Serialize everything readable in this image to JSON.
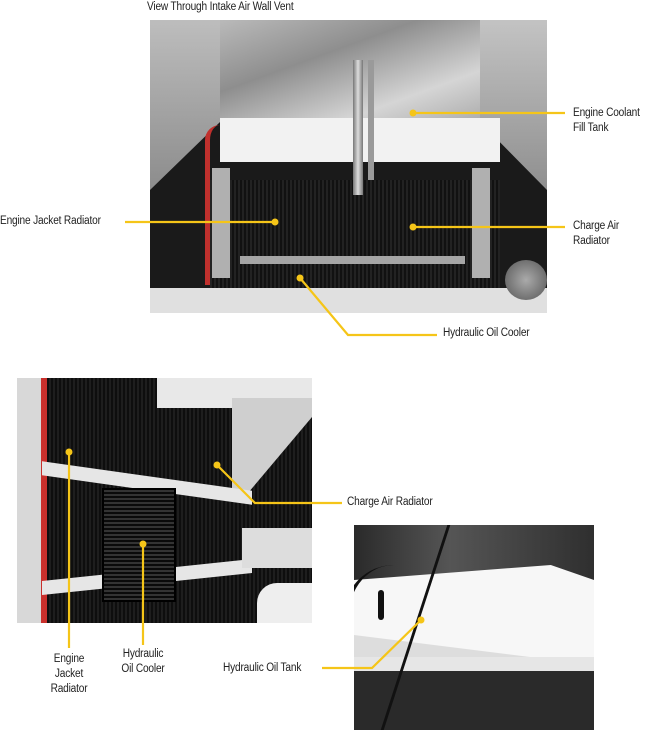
{
  "title": "View Through Intake Air Wall Vent",
  "top_photo": {
    "labels": {
      "coolant_line1": "Engine Coolant",
      "coolant_line2": "Fill Tank",
      "jacket": "Engine Jacket Radiator",
      "charge_line1": "Charge Air",
      "charge_line2": "Radiator",
      "cooler": "Hydraulic Oil Cooler"
    }
  },
  "bottom_left_photo": {
    "labels": {
      "charge": "Charge Air Radiator",
      "jacket_line1": "Engine",
      "jacket_line2": "Jacket",
      "jacket_line3": "Radiator",
      "cooler_line1": "Hydraulic",
      "cooler_line2": "Oil Cooler"
    }
  },
  "bottom_right_photo": {
    "labels": {
      "tank": "Hydraulic Oil Tank"
    }
  },
  "colors": {
    "callout": "#F5C518",
    "text": "#222222"
  }
}
